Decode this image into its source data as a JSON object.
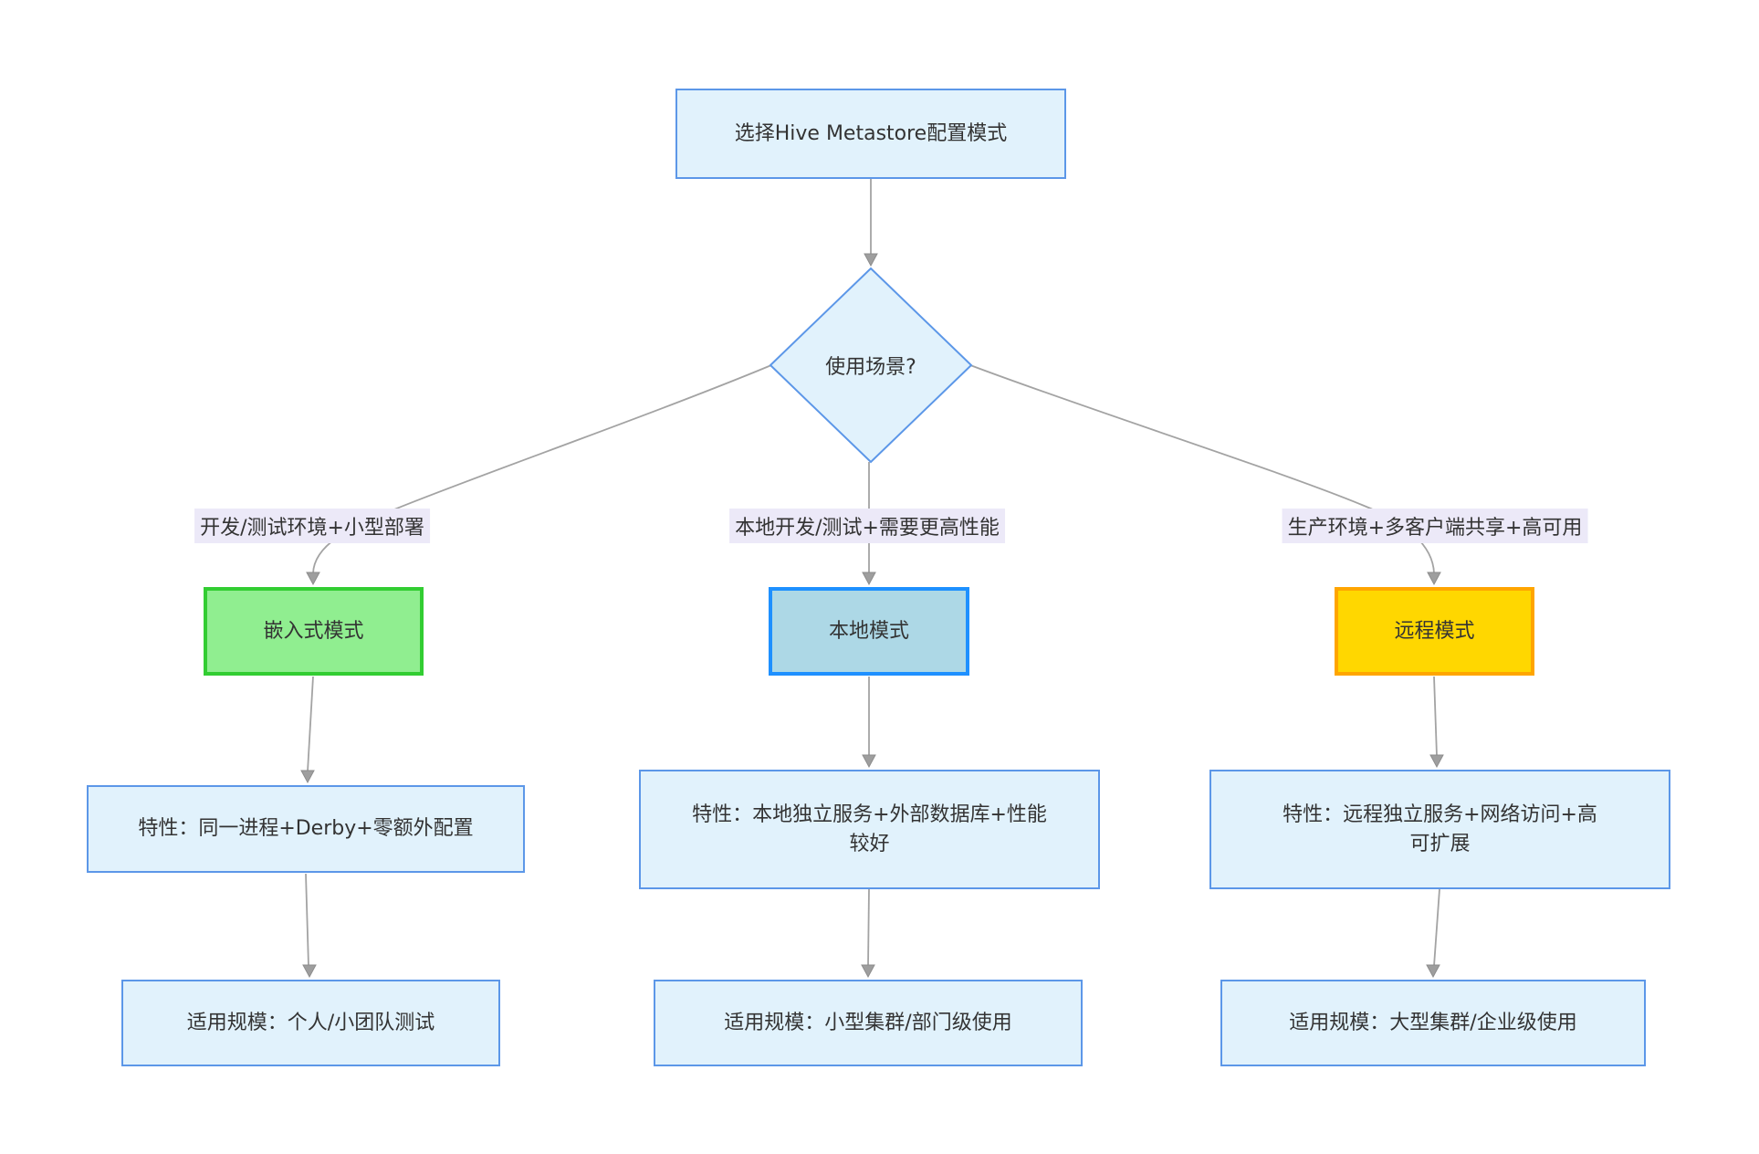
{
  "diagram": {
    "type": "flowchart",
    "root": {
      "label": "选择Hive Metastore配置模式"
    },
    "decision": {
      "label": "使用场景?"
    },
    "branches": [
      {
        "condition": "开发/测试环境+小型部署",
        "mode": {
          "label": "嵌入式模式",
          "fill": "#90EE90",
          "stroke": "#32CD32"
        },
        "feature": {
          "label": "特性：同一进程+Derby+零额外配置"
        },
        "scale": {
          "label": "适用规模：个人/小团队测试"
        }
      },
      {
        "condition": "本地开发/测试+需要更高性能",
        "mode": {
          "label": "本地模式",
          "fill": "#ADD8E6",
          "stroke": "#1E90FF"
        },
        "feature": {
          "label": "特性：本地独立服务+外部数据库+性能较好"
        },
        "scale": {
          "label": "适用规模：小型集群/部门级使用"
        }
      },
      {
        "condition": "生产环境+多客户端共享+高可用",
        "mode": {
          "label": "远程模式",
          "fill": "#FFD700",
          "stroke": "#FFA500"
        },
        "feature": {
          "label": "特性：远程独立服务+网络访问+高可扩展"
        },
        "scale": {
          "label": "适用规模：大型集群/企业级使用"
        }
      }
    ],
    "style": {
      "node_fill": "#e1f2fc",
      "node_stroke": "#5c97e8",
      "edge_color": "#a3a3a3",
      "edge_label_bg": "#ece9f8",
      "text_color": "#333333",
      "background": "#ffffff"
    }
  }
}
